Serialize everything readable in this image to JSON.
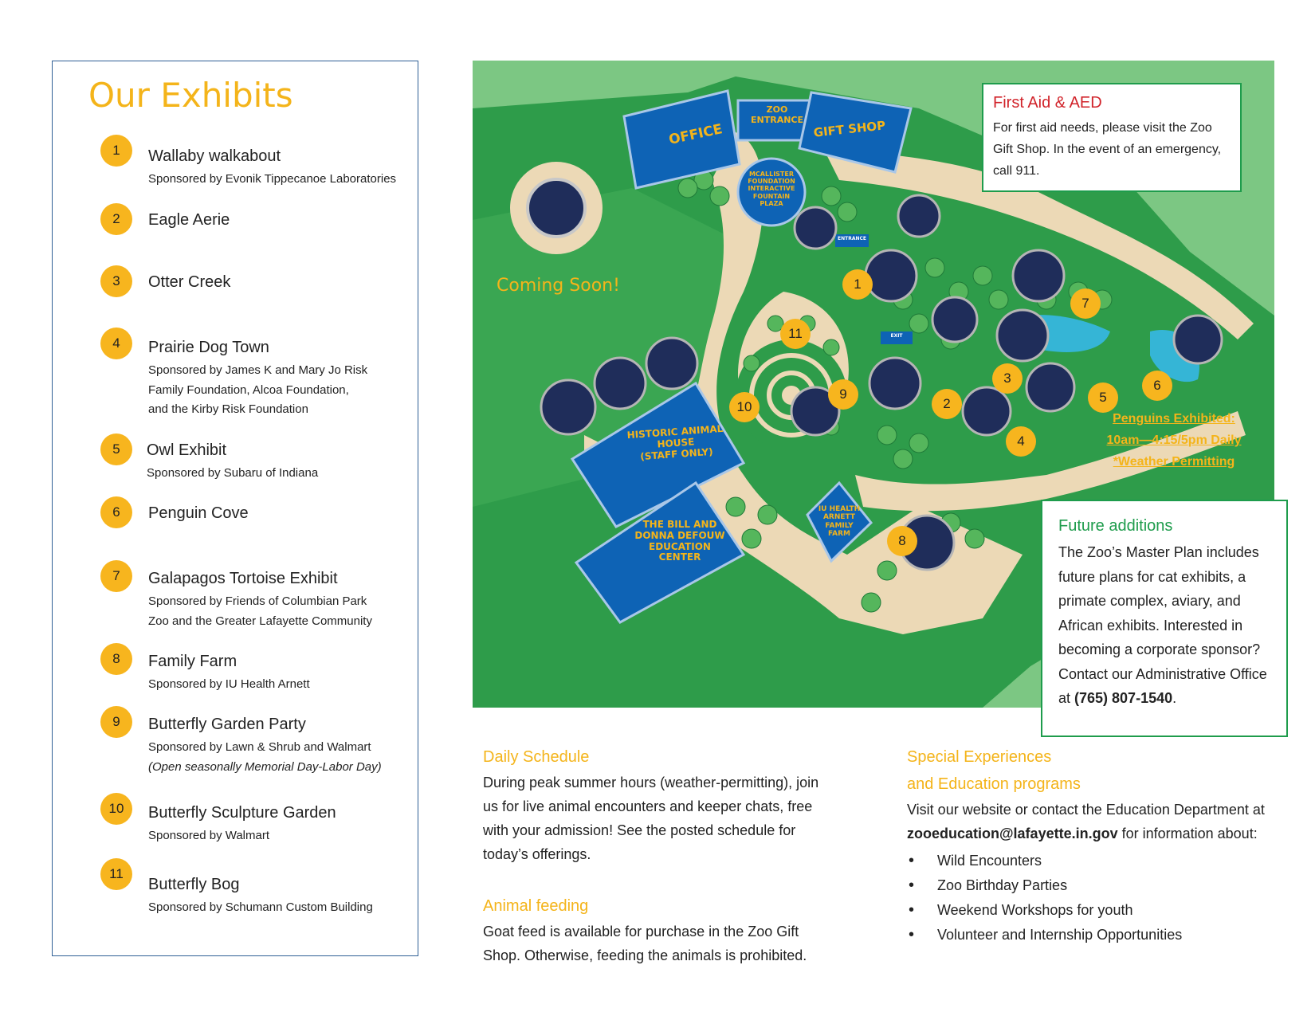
{
  "exhibits_panel": {
    "title": "Our Exhibits",
    "items": [
      {
        "num": "1",
        "name": "Wallaby walkabout",
        "sponsor": [
          "Sponsored by Evonik Tippecanoe Laboratories"
        ]
      },
      {
        "num": "2",
        "name": "Eagle Aerie",
        "sponsor": []
      },
      {
        "num": "3",
        "name": "Otter Creek",
        "sponsor": []
      },
      {
        "num": "4",
        "name": "Prairie Dog Town",
        "sponsor": [
          "Sponsored by James K and Mary Jo Risk",
          "Family Foundation, Alcoa Foundation,",
          "and the Kirby Risk Foundation"
        ]
      },
      {
        "num": "5",
        "name": "Owl Exhibit",
        "sponsor": [
          "Sponsored by Subaru of Indiana"
        ]
      },
      {
        "num": "6",
        "name": "Penguin Cove",
        "sponsor": []
      },
      {
        "num": "7",
        "name": "Galapagos Tortoise Exhibit",
        "sponsor": [
          "Sponsored by Friends of Columbian Park",
          "Zoo and the Greater Lafayette Community"
        ]
      },
      {
        "num": "8",
        "name": "Family Farm",
        "sponsor": [
          "Sponsored by IU Health Arnett"
        ]
      },
      {
        "num": "9",
        "name": "Butterfly Garden Party",
        "sponsor": [
          "Sponsored by Lawn & Shrub and Walmart"
        ],
        "note": "(Open seasonally Memorial Day-Labor Day)"
      },
      {
        "num": "10",
        "name": "Butterfly Sculpture Garden",
        "sponsor": [
          "Sponsored by Walmart"
        ]
      },
      {
        "num": "11",
        "name": "Butterfly Bog",
        "sponsor": [
          "Sponsored by Schumann Custom Building"
        ]
      }
    ]
  },
  "map": {
    "buildings": {
      "office": "OFFICE",
      "zoo_entrance": [
        "ZOO",
        "ENTRANCE"
      ],
      "gift_shop": "GIFT SHOP",
      "plaza": [
        "MCALLISTER",
        "FOUNDATION",
        "INTERACTIVE",
        "FOUNTAIN",
        "PLAZA"
      ],
      "animal_house": [
        "HISTORIC ANIMAL",
        "HOUSE",
        "(STAFF ONLY)"
      ],
      "education_center": [
        "THE BILL AND",
        "DONNA DEFOUW",
        "EDUCATION",
        "CENTER"
      ],
      "family_farm": [
        "IU HEALTH",
        "ARNETT",
        "FAMILY",
        "FARM"
      ],
      "entrance_sign": "ENTRANCE",
      "exit_sign": "EXIT"
    },
    "coming_soon": "Coming  Soon!",
    "penguins_note": [
      "Penguins Exhibited:",
      "10am—4:15/5pm Daily",
      "*Weather Permitting"
    ],
    "pins": [
      "1",
      "2",
      "3",
      "4",
      "5",
      "6",
      "7",
      "8",
      "9",
      "10",
      "11"
    ],
    "colors": {
      "outer_green": "#7cc783",
      "lawn": "#2e9c4a",
      "path": "#ecd9b6",
      "building": "#0e63b5",
      "pin": "#f7b51e"
    }
  },
  "first_aid": {
    "title": "First Aid & AED",
    "body": "For first aid needs, please visit the Zoo Gift Shop.  In the event of an emergency, call 911."
  },
  "future": {
    "title": "Future additions",
    "body": "The Zoo’s Master Plan includes future plans for cat exhibits, a primate complex, aviary, and African exhibits. Interested in becoming a corporate sponsor? Contact our Administrative Office at ",
    "phone": "(765) 807-1540",
    "end": "."
  },
  "daily": {
    "title": "Daily Schedule",
    "body": "During peak summer hours (weather-permitting), join us for live animal encounters and  keeper chats, free with your admission! See the posted schedule for today’s offerings."
  },
  "feeding": {
    "title": "Animal feeding",
    "body": "Goat feed is available for purchase in the Zoo Gift Shop. Otherwise, feeding the animals is prohibited."
  },
  "special": {
    "title_1": "Special Experiences",
    "title_2": "and Education programs",
    "body_1": "Visit our website or contact the Education Department at ",
    "email": "zooeducation@lafayette.in.gov",
    "body_2": " for information about:",
    "items": [
      "Wild Encounters",
      "Zoo Birthday Parties",
      "Weekend Workshops for youth",
      "Volunteer and Internship Opportunities"
    ]
  }
}
